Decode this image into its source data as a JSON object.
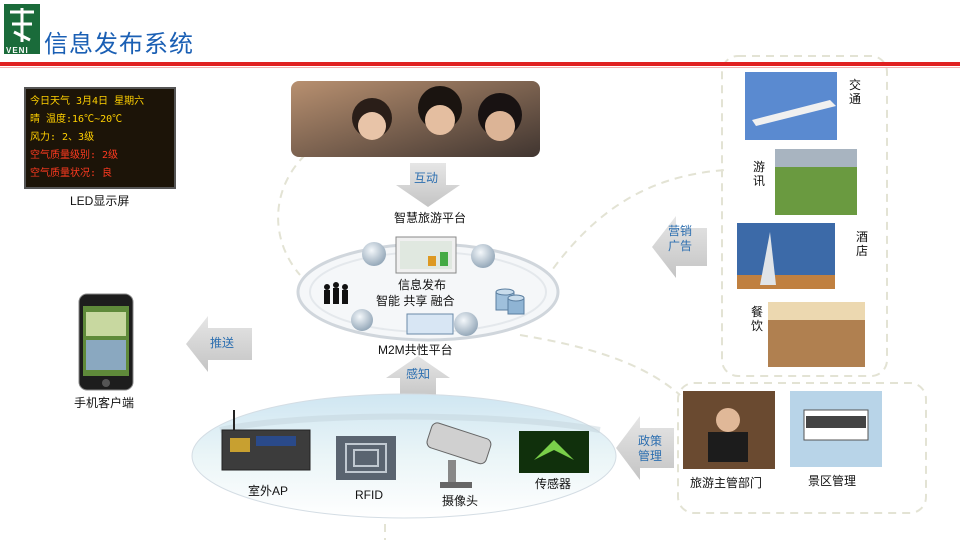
{
  "header": {
    "title": "信息发布系统"
  },
  "logo": {
    "brand": "VENI"
  },
  "led": {
    "label": "LED显示屏",
    "lines": [
      "今日天气 3月4日 星期六",
      "晴 温度:16℃~20℃",
      "风力: 2、3级",
      "空气质量级别: 2级",
      "空气质量状况: 良"
    ]
  },
  "phone": {
    "label": "手机客户端"
  },
  "center": {
    "hub_label": "智慧旅游平台",
    "core_line1": "信息发布",
    "core_line2": "智能 共享 融合",
    "platform_label": "M2M共性平台"
  },
  "arrows": {
    "interact": "互动",
    "push": "推送",
    "sense": "感知",
    "marketing": "营销广告",
    "policy": "政策管理"
  },
  "devices": {
    "ap": "室外AP",
    "rfid": "RFID",
    "camera": "摄像头",
    "sensor": "传感器"
  },
  "services": {
    "traffic": "交通",
    "tour": "游讯",
    "hotel": "酒店",
    "dining": "餐饮"
  },
  "management": {
    "authority": "旅游主管部门",
    "scenic": "景区管理"
  },
  "colors": {
    "accent": "#1a5fb4",
    "bar": "#e02020",
    "arrow": "#c8c8c8"
  }
}
